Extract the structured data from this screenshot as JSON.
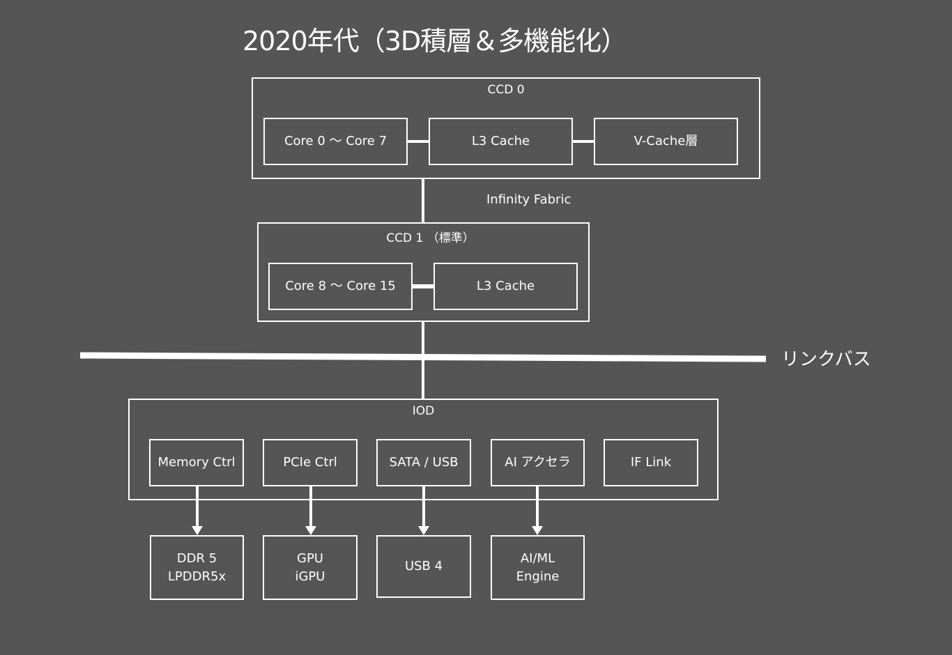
{
  "title": "2020年代（3D積層＆多機能化）",
  "ccd0": {
    "label": "CCD 0",
    "cores": "Core 0 〜 Core 7",
    "l3": "L3 Cache",
    "vcache": "V-Cache層"
  },
  "fabric_label": "Infinity Fabric",
  "ccd1": {
    "label": "CCD 1 （標準）",
    "cores": "Core 8 〜 Core 15",
    "l3": "L3 Cache"
  },
  "bus_label": "リンクバス",
  "iod": {
    "label": "IOD",
    "memory": "Memory Ctrl",
    "pcie": "PCIe Ctrl",
    "sata": "SATA / USB",
    "ai": "AI アクセラ",
    "iflink": "IF Link"
  },
  "outputs": {
    "ddr_line1": "DDR 5",
    "ddr_line2": "LPDDR5x",
    "gpu_line1": "GPU",
    "gpu_line2": "iGPU",
    "usb": "USB 4",
    "aiml_line1": "AI/ML",
    "aiml_line2": "Engine"
  }
}
